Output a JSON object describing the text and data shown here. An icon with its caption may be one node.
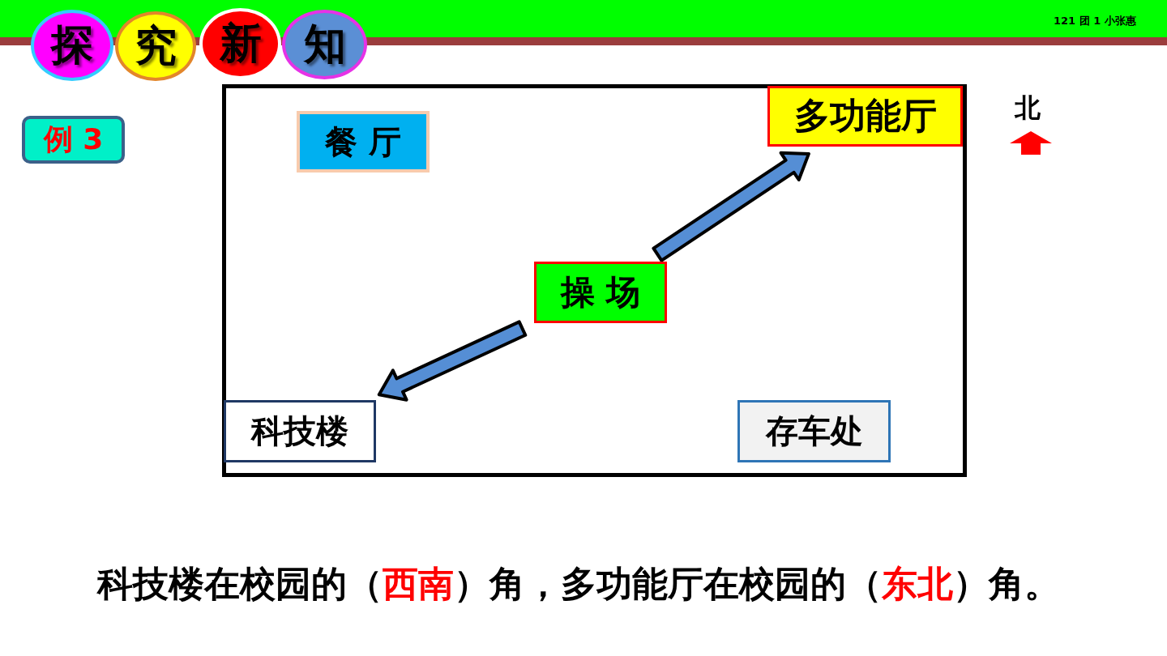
{
  "diagram": {
    "nodes": [
      {
        "text": [
          "探"
        ]
      },
      {
        "text": [
          "究"
        ]
      },
      {
        "text": [
          "新"
        ]
      },
      {
        "text": [
          "知"
        ]
      },
      {
        "text": [
          "例 3"
        ]
      },
      {
        "text": [],
        "shape": "box"
      },
      {
        "text": [
          "餐 厅"
        ],
        "in": 5
      },
      {
        "text": [
          "多功能厅"
        ],
        "in": 5
      },
      {
        "text": [
          "操 场"
        ],
        "in": 5
      },
      {
        "text": [
          "科技楼"
        ],
        "in": 5
      },
      {
        "text": [
          "存车处"
        ],
        "in": 5
      }
    ],
    "edges": [
      {
        "from": 8,
        "to": 7,
        "arrow": "to",
        "style": "thick"
      },
      {
        "from": 8,
        "to": 9,
        "arrow": "to",
        "style": "thick"
      }
    ],
    "labels": [
      "121 团 1 小张惠",
      "北",
      "科技楼在校园的（",
      "西南",
      "）角，多功能厅在校园的（",
      "东北",
      "）角。"
    ]
  }
}
